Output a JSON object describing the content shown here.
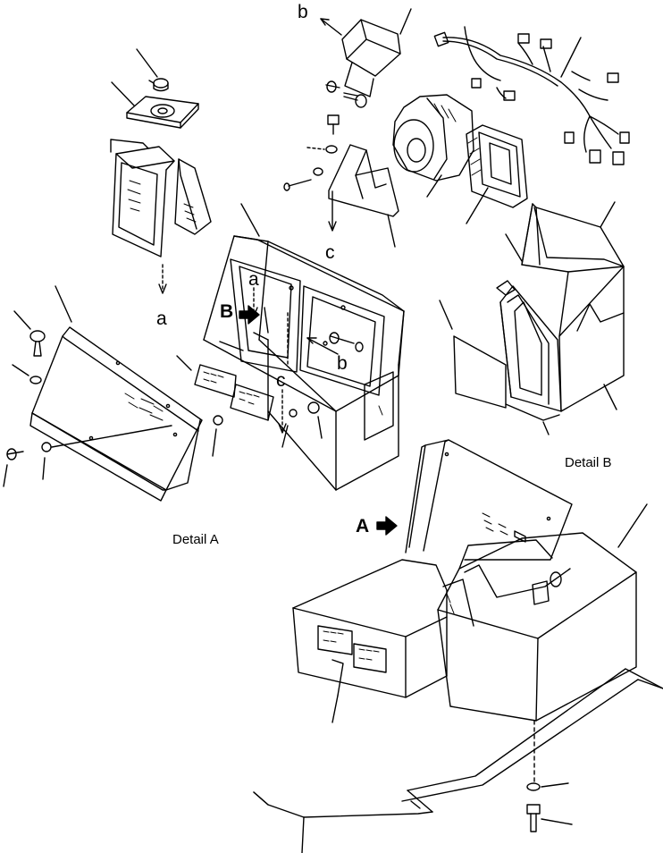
{
  "captions": {
    "detail_a": "Detail A",
    "detail_b": "Detail B"
  },
  "view_markers": {
    "a_big": "A",
    "b_big": "B"
  },
  "connection_letters": {
    "a_top": "a",
    "a_mid": "a",
    "b_top": "b",
    "b_mid": "b",
    "c_top": "c",
    "c_mid": "c"
  },
  "colors": {
    "line": "#000000",
    "background": "#ffffff"
  }
}
